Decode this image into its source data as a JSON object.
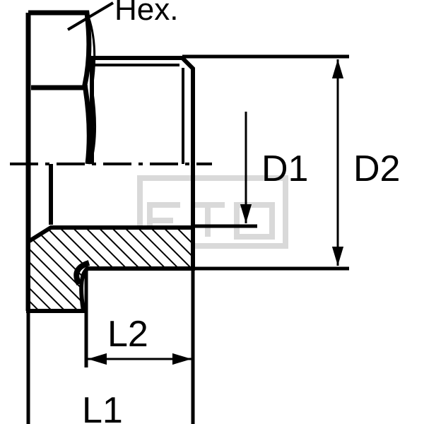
{
  "labels": {
    "hex": "Hex.",
    "d1": "D1",
    "d2": "D2",
    "l1": "L1",
    "l2": "L2"
  },
  "colors": {
    "ink": "#000000",
    "watermark": "#d9d9d9",
    "background": "#ffffff"
  }
}
